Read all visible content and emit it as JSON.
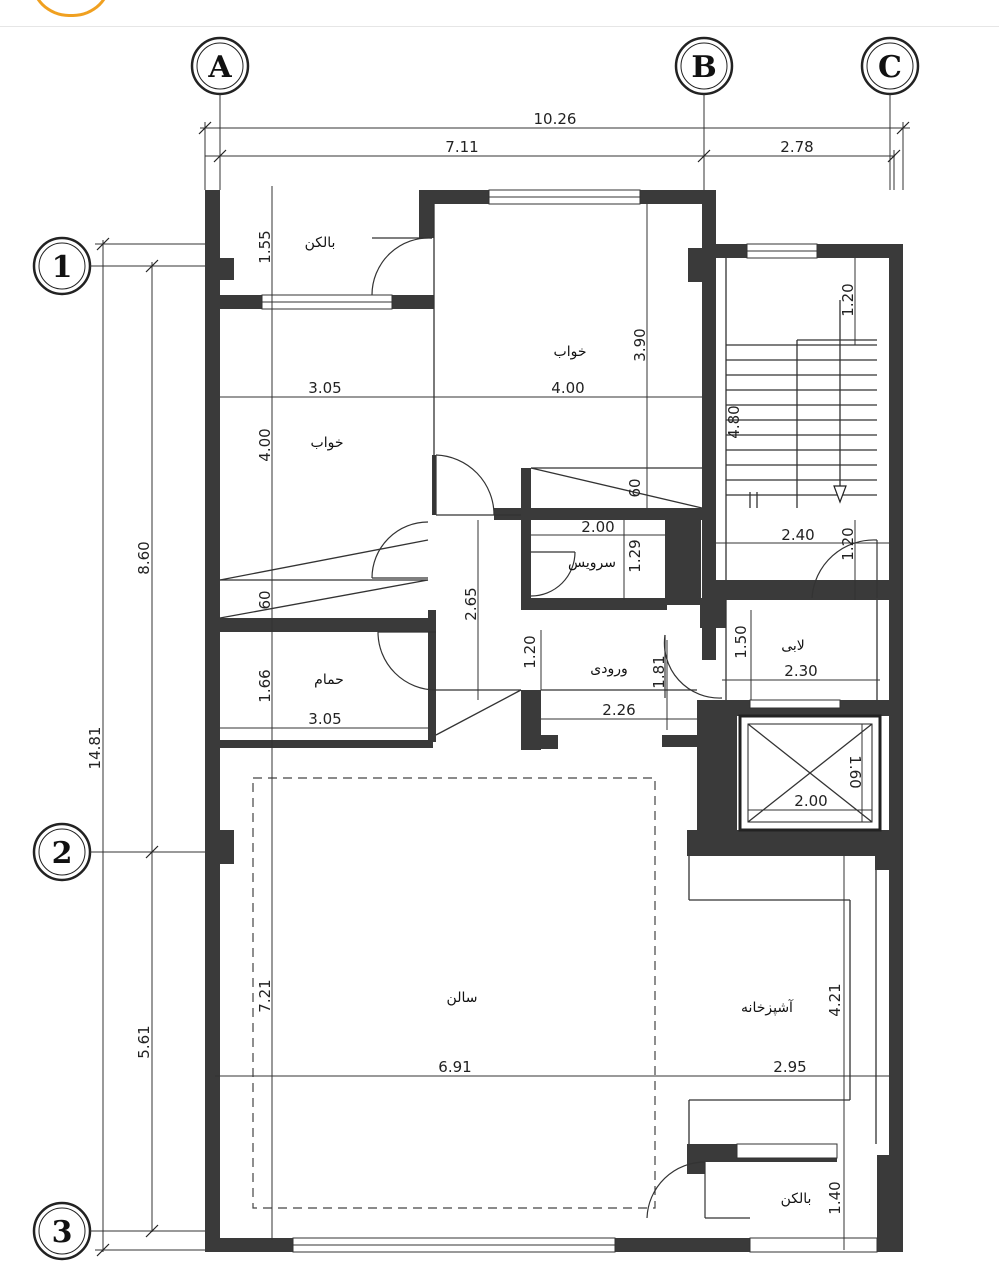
{
  "grid_axes": {
    "columns": [
      "A",
      "B",
      "C"
    ],
    "rows": [
      "1",
      "2",
      "3"
    ]
  },
  "dimensions": {
    "top_total": "10.26",
    "top_left": "7.11",
    "top_right": "2.78",
    "left_total": "14.81",
    "left_upper": "8.60",
    "left_lower": "5.61",
    "balcony_top_h": "1.55",
    "bed1_w": "3.05",
    "bed1_h": "4.00",
    "bed2_w": "4.00",
    "bed2_h": "3.90",
    "stair_h": "4.80",
    "stair_top": "1.20",
    "stair_bottom": "1.20",
    "stair_w": "2.40",
    "closet1": "60",
    "closet2": "60",
    "wc_w": "2.00",
    "wc_h": "1.29",
    "hall_h": "2.65",
    "entry_h": "1.20",
    "entry_w": "2.26",
    "entry_side": "1.81",
    "lobby_w": "2.30",
    "lobby_h": "1.50",
    "bath_h": "1.66",
    "bath_w": "3.05",
    "elevator_w": "2.00",
    "elevator_h": "1.60",
    "living_h": "7.21",
    "living_w": "6.91",
    "kitchen_w": "2.95",
    "kitchen_h": "4.21",
    "balcony_bottom_h": "1.40"
  },
  "rooms": {
    "balcony_top": "بالکن",
    "bedroom_right": "خواب",
    "bedroom_left": "خواب",
    "wc": "سرویس",
    "entry": "ورودی",
    "lobby": "لابی",
    "bath": "حمام",
    "living": "سالن",
    "kitchen": "آشپزخانه",
    "balcony_bottom": "بالکن"
  }
}
